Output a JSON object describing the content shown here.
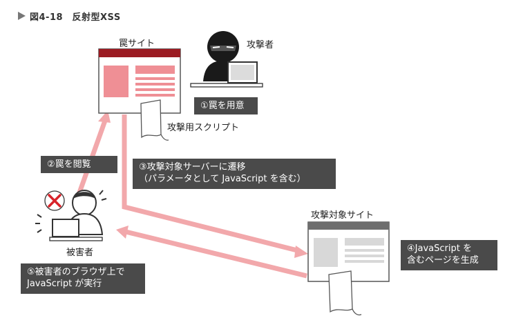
{
  "title": {
    "text": "図4-18　反射型XSS"
  },
  "labels": {
    "trap_site": "罠サイト",
    "attacker": "攻撃者",
    "attack_script": "攻撃用スクリプト",
    "victim": "被害者",
    "target_site": "攻撃対象サイト"
  },
  "steps": {
    "s1": "①罠を用意",
    "s2": "②罠を閲覧",
    "s3_line1": "③攻撃対象サーバーに遷移",
    "s3_line2": "（パラメータとして JavaScript を含む）",
    "s4_line1": "④JavaScript を",
    "s4_line2": "含むページを生成",
    "s5_line1": "⑤被害者のブラウザ上で",
    "s5_line2": "JavaScript が実行"
  },
  "colors": {
    "trap_red": "#9b1b22",
    "trap_pink": "#ef8f95",
    "arrow_pink": "#f2a8ab",
    "box_dark": "#4a4a4a",
    "target_gray": "#6e6e6e"
  },
  "icons": {
    "attacker": "masked-hacker-icon",
    "victim": "worried-user-icon",
    "error": "red-x-icon"
  }
}
